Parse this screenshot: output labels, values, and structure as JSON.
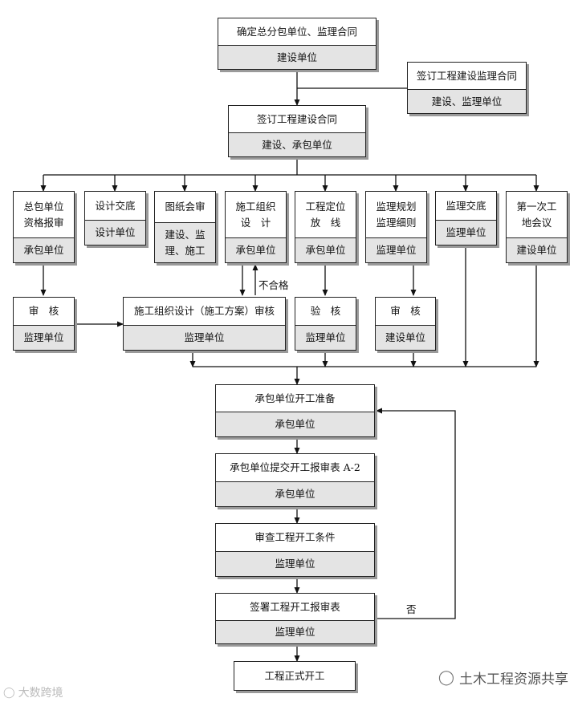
{
  "nodes": {
    "n1": {
      "top": "确定总分包单位、监理合同",
      "bottom": "建设单位"
    },
    "n2": {
      "top": "签订工程建设监理合同",
      "bottom": "建设、监理单位"
    },
    "n3": {
      "top": "签订工程建设合同",
      "bottom": "建设、承包单位"
    },
    "n4": {
      "top": "总包单位\n资格报审",
      "bottom": "承包单位"
    },
    "n5": {
      "top": "设计交底",
      "bottom": "设计单位"
    },
    "n6": {
      "top": "图纸会审",
      "bottom": "建设、监\n理、施工"
    },
    "n7": {
      "top": "施工组织\n设　计",
      "bottom": "承包单位"
    },
    "n8": {
      "top": "工程定位\n放　线",
      "bottom": "承包单位"
    },
    "n9": {
      "top": "监理规划\n监理细则",
      "bottom": "监理单位"
    },
    "n10": {
      "top": "监理交底",
      "bottom": "监理单位"
    },
    "n11": {
      "top": "第一次工\n地会议",
      "bottom": "建设单位"
    },
    "n12": {
      "top": "审　核",
      "bottom": "监理单位"
    },
    "n13": {
      "top": "施工组织设计（施工方案）审核",
      "bottom": "监理单位"
    },
    "n14": {
      "top": "验　核",
      "bottom": "监理单位"
    },
    "n15": {
      "top": "审　核",
      "bottom": "建设单位"
    },
    "n16": {
      "top": "承包单位开工准备",
      "bottom": "承包单位"
    },
    "n17": {
      "top": "承包单位提交开工报审表 A-2",
      "bottom": "承包单位"
    },
    "n18": {
      "top": "审查工程开工条件",
      "bottom": "监理单位"
    },
    "n19": {
      "top": "签署工程开工报审表",
      "bottom": "监理单位"
    },
    "n20": {
      "top": "工程正式开工"
    }
  },
  "labels": {
    "reject": "不合格",
    "no": "否"
  },
  "watermarks": {
    "right": "土木工程资源共享",
    "left": "大数跨境"
  }
}
